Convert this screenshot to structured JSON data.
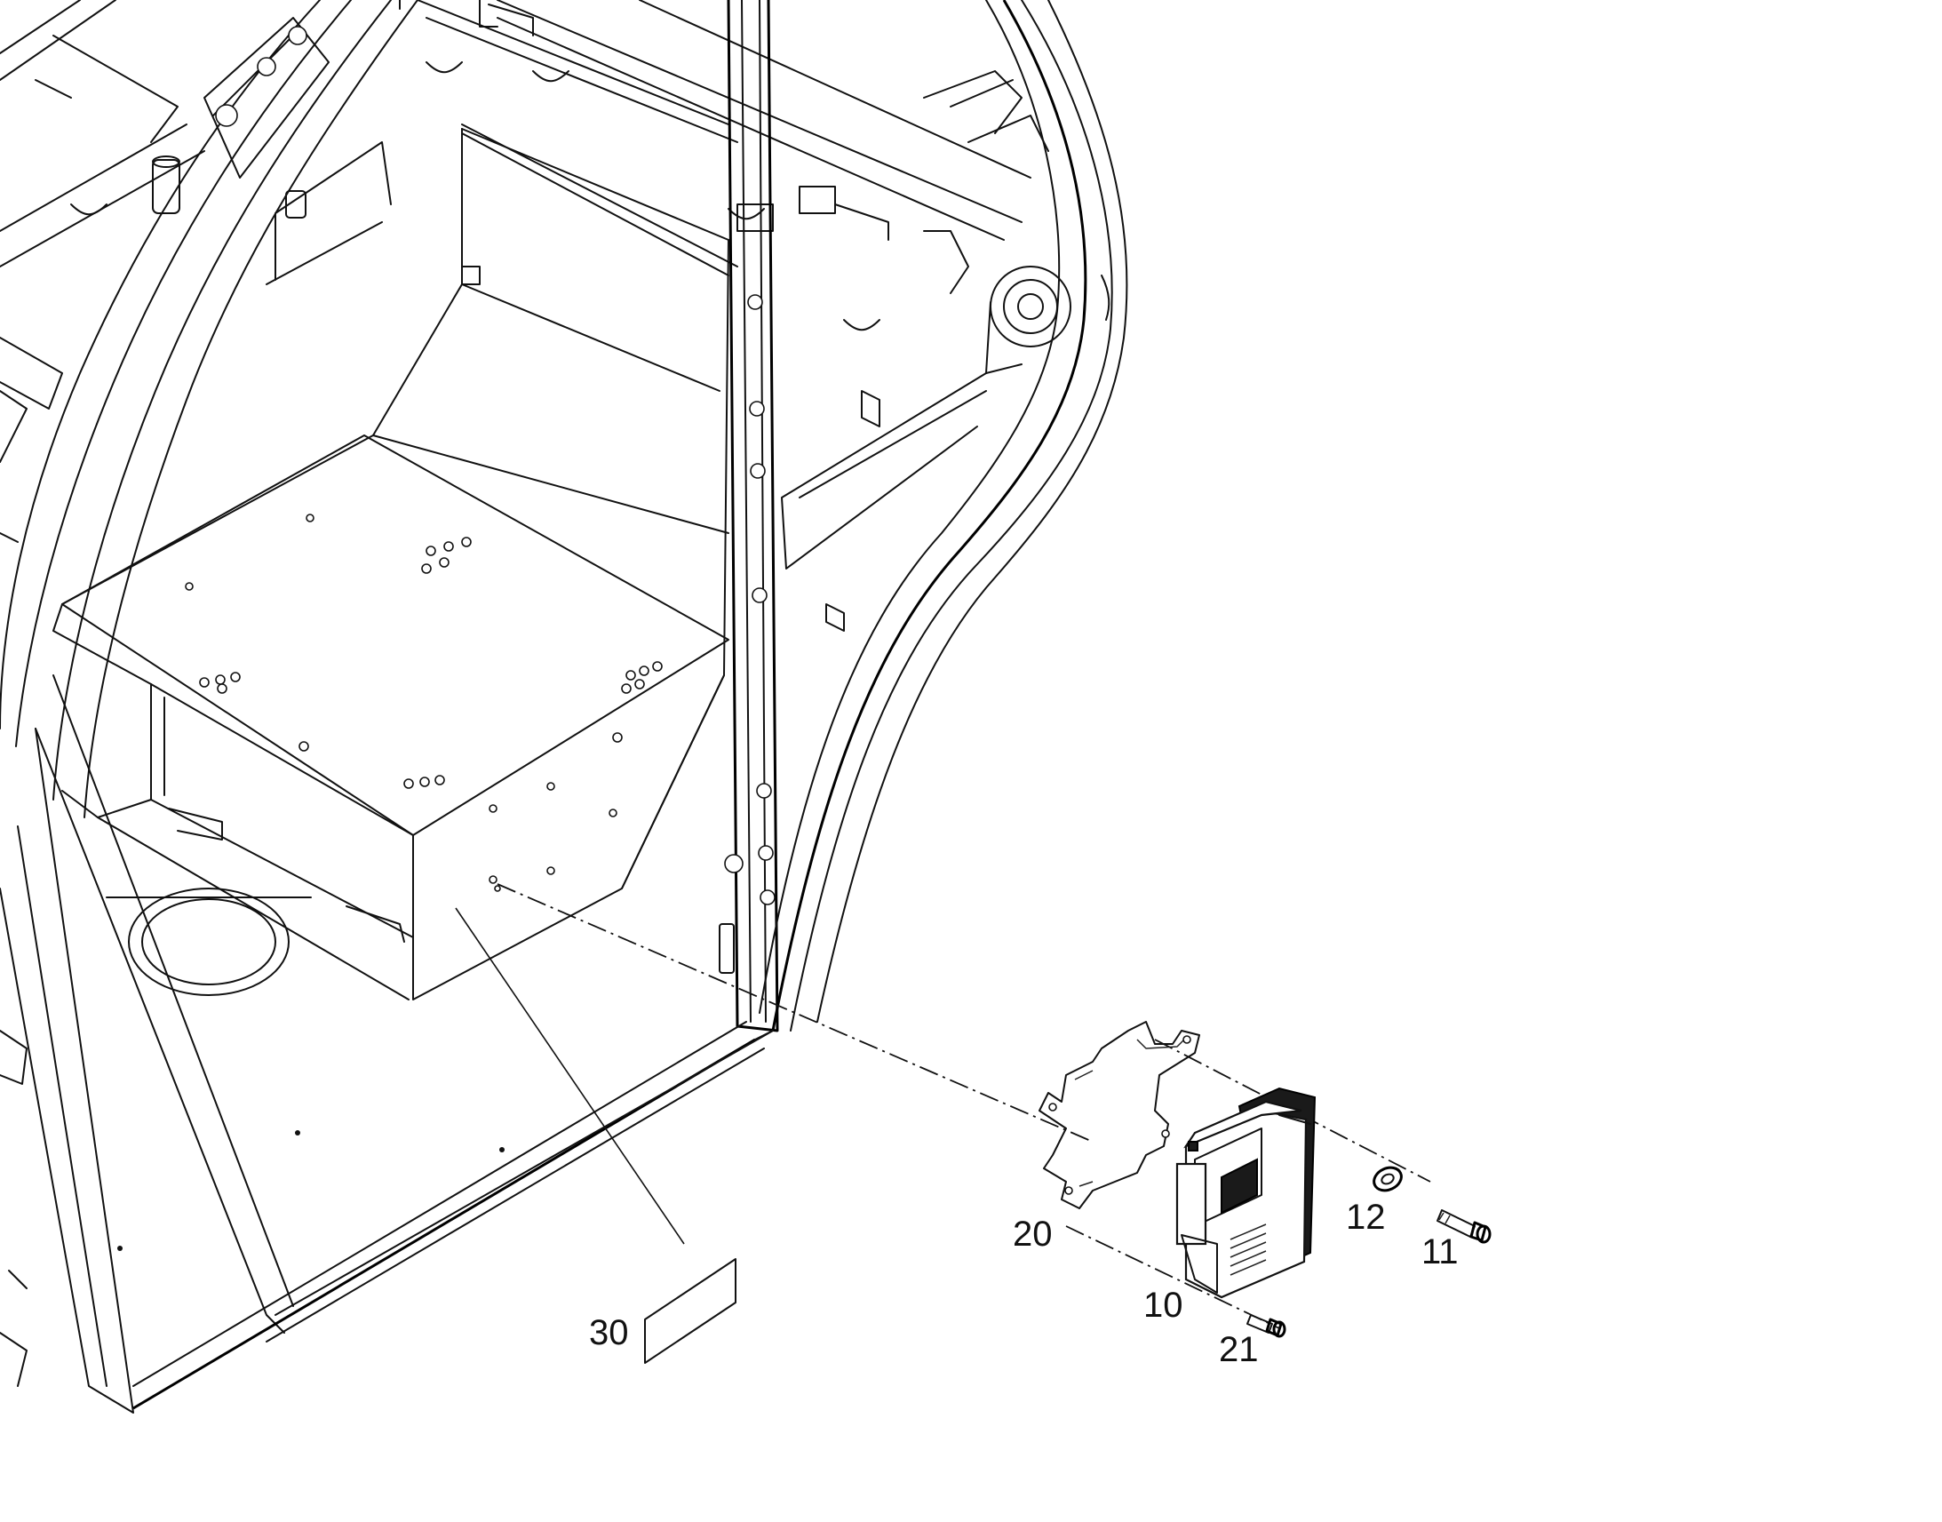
{
  "callouts": {
    "c10": "10",
    "c11": "11",
    "c12": "12",
    "c20": "20",
    "c21": "21",
    "c30": "30"
  },
  "colors": {
    "line": "#111111",
    "background": "#ffffff"
  }
}
